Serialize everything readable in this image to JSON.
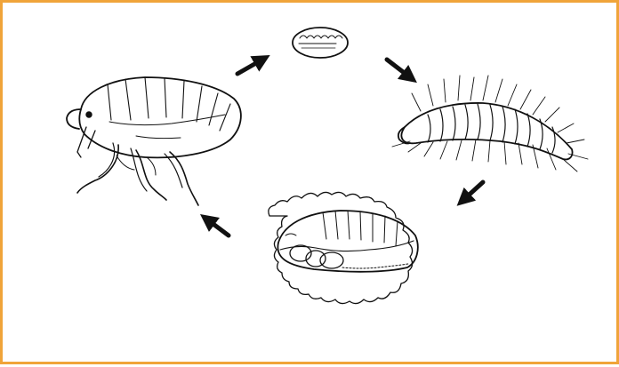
{
  "diagram": {
    "kind": "flea-life-cycle",
    "frame_color": "#f0a43a",
    "line_color": "#111111",
    "stages": [
      {
        "id": "egg",
        "icon": "egg-illustration"
      },
      {
        "id": "larva",
        "icon": "larva-illustration"
      },
      {
        "id": "pupa",
        "icon": "pupa-cocoon-illustration"
      },
      {
        "id": "adult",
        "icon": "adult-flea-illustration"
      }
    ],
    "arrows": [
      {
        "from": "adult",
        "to": "egg"
      },
      {
        "from": "egg",
        "to": "larva"
      },
      {
        "from": "larva",
        "to": "pupa"
      },
      {
        "from": "pupa",
        "to": "adult"
      }
    ]
  }
}
